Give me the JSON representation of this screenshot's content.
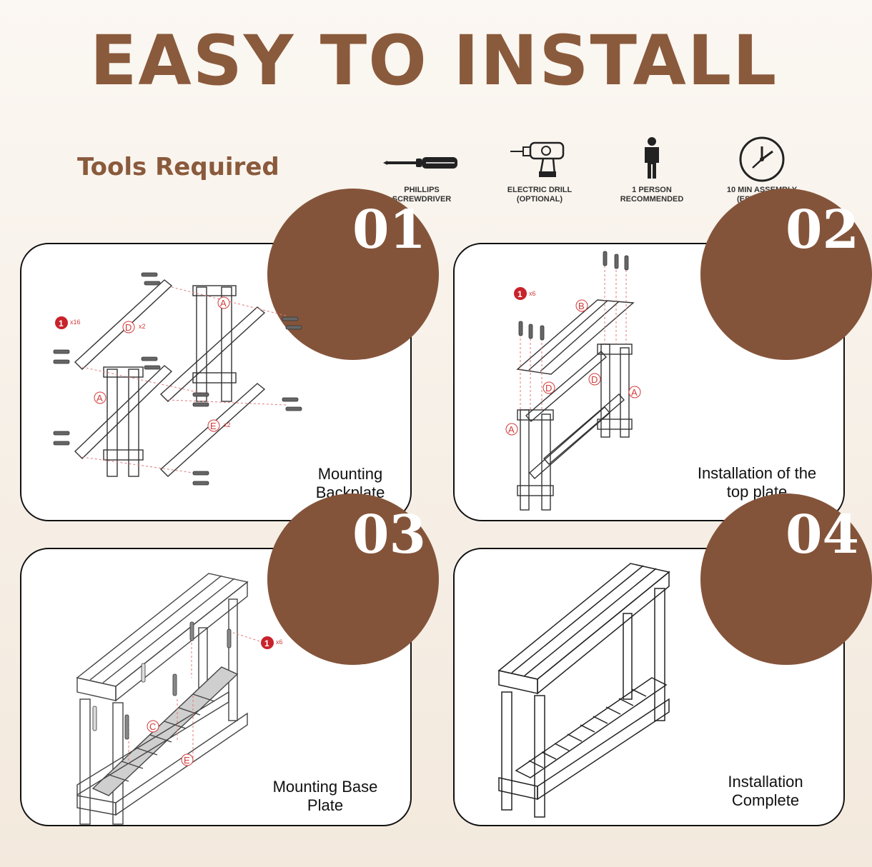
{
  "header": {
    "title": "EASY TO INSTALL"
  },
  "tools": {
    "label": "Tools Required",
    "items": [
      {
        "icon": "screwdriver-icon",
        "caption": "PHILLIPS\nSCREWDRIVER"
      },
      {
        "icon": "electric-drill-icon",
        "caption": "ELECTRIC DRILL\n(OPTIONAL)"
      },
      {
        "icon": "person-icon",
        "caption": "1 PERSON\nRECOMMENDED"
      },
      {
        "icon": "clock-icon",
        "caption": "10 MIN ASSEMBLY\n(ESTIMATED)"
      }
    ]
  },
  "steps": [
    {
      "number": "01",
      "caption": "Mounting\nBackplate",
      "labels": {
        "screw": "1",
        "screw_qty": "x16",
        "a1": "A",
        "a2": "A",
        "d": "D",
        "d_qty": "x2",
        "e": "E",
        "e_qty": "x2"
      }
    },
    {
      "number": "02",
      "caption": "Installation of the\ntop plate",
      "labels": {
        "screw": "1",
        "screw_qty": "x6",
        "b": "B",
        "d1": "D",
        "d2": "D",
        "a1": "A",
        "a2": "A"
      }
    },
    {
      "number": "03",
      "caption": "Mounting Base\nPlate",
      "labels": {
        "screw": "1",
        "screw_qty": "x6",
        "c": "C",
        "e": "E"
      }
    },
    {
      "number": "04",
      "caption": "Installation\nComplete"
    }
  ],
  "colors": {
    "brand": "#84543a",
    "title": "#8a5a3c",
    "marker": "#d23a3a"
  }
}
